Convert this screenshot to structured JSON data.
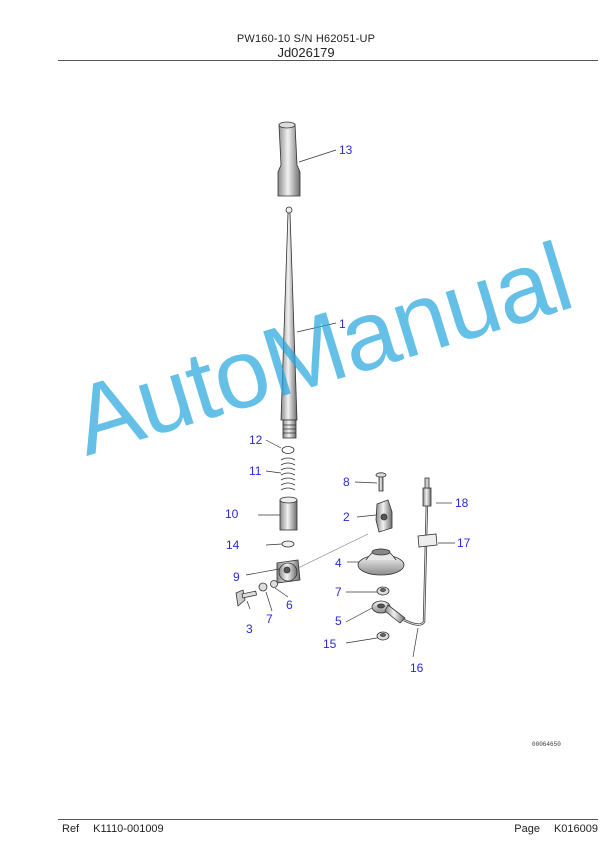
{
  "header": {
    "model_serial": "PW160-10 S/N H62051-UP",
    "doc_id": "Jd026179"
  },
  "callouts": {
    "c13": "13",
    "c1": "1",
    "c12": "12",
    "c11": "11",
    "c8": "8",
    "c18": "18",
    "c2": "2",
    "c10": "10",
    "c14": "14",
    "c17": "17",
    "c4": "4",
    "c9": "9",
    "c7a": "7",
    "c7b": "7",
    "c3": "3",
    "c6": "6",
    "c5": "5",
    "c15": "15",
    "c16": "16"
  },
  "drawing_number": "00064650",
  "watermark": "AutoManual",
  "footer": {
    "ref_label": "Ref",
    "ref_value": "K1110-001009",
    "page_label": "Page",
    "page_value": "K016009"
  }
}
